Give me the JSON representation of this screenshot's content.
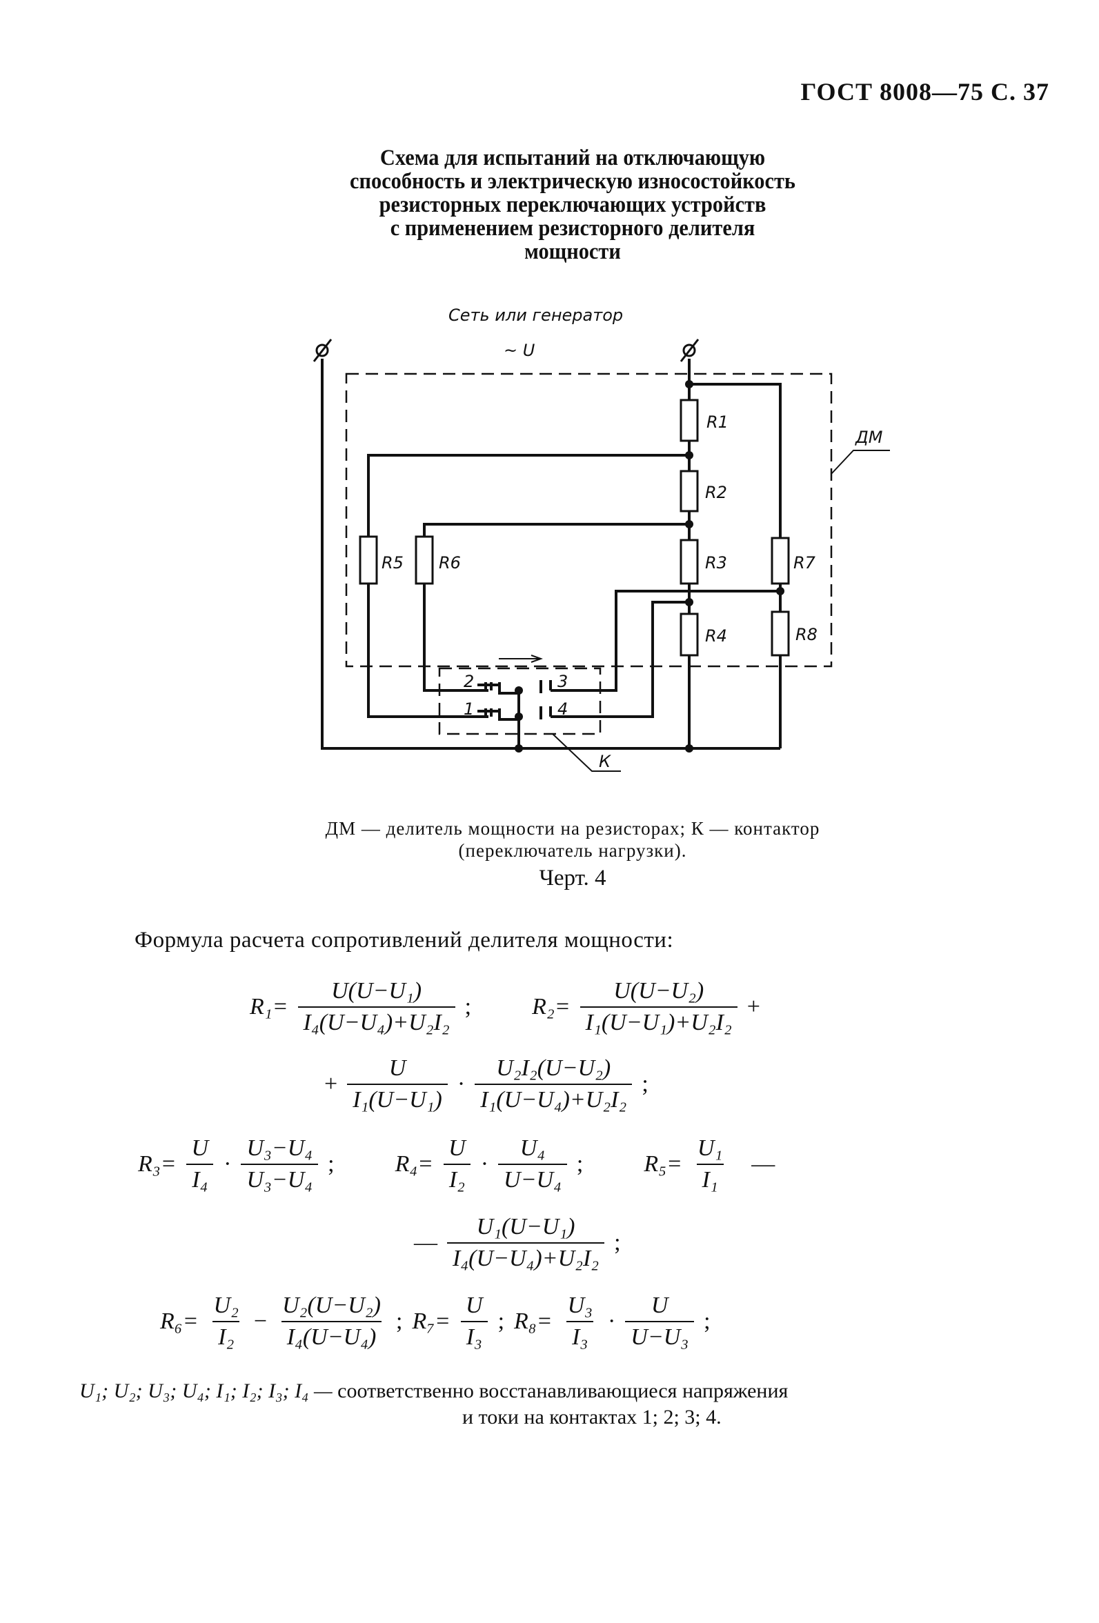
{
  "header": "ГОСТ 8008—75 С. 37",
  "title_lines": [
    "Схема для испытаний на отключающую",
    "способность и электрическую износостойкость",
    "резисторных переключающих устройств",
    "с применением резисторного делителя",
    "мощности"
  ],
  "diagram": {
    "source_label": "Сеть или генератор",
    "voltage_label": "~  U",
    "resistors": [
      "R1",
      "R2",
      "R3",
      "R4",
      "R5",
      "R6",
      "R7",
      "R8"
    ],
    "contacts": [
      "1",
      "2",
      "3",
      "4"
    ],
    "dm_label": "ДМ",
    "k_label": "К"
  },
  "caption_lines": [
    "ДМ — делитель мощности на резисторах; К — контактор",
    "(переключатель нагрузки)."
  ],
  "figure_label": "Черт. 4",
  "intro": "Формула расчета сопротивлений делителя мощности:",
  "formulas": {
    "r1": {
      "lhs": "R₁=",
      "num": "U(U−U₁)",
      "den": "I₄(U−U₄)+U₂I₂",
      "end": ";"
    },
    "r2": {
      "lhs": "R₂=",
      "num": "U(U−U₂)",
      "den": "I₁(U−U₁)+U₂I₂",
      "end": "+"
    },
    "r2b": {
      "pre": "+",
      "num1": "U",
      "den1": "I₁(U−U₁)",
      "dot": "·",
      "num2": "U₂I₂(U−U₂)",
      "den2": "I₁(U−U₄)+U₂I₂",
      "end": ";"
    },
    "r3": {
      "lhs": "R₃=",
      "num1": "U",
      "den1": "I₄",
      "dot": "·",
      "num2": "U₃−U₄",
      "den2": "U₃−U₄",
      "end": ";"
    },
    "r4": {
      "lhs": "R₄=",
      "num1": "U",
      "den1": "I₂",
      "dot": "·",
      "num2": "U₄",
      "den2": "U−U₄",
      "end": ";"
    },
    "r5": {
      "lhs": "R₅=",
      "num": "U₁",
      "den": "I₁",
      "end": "—"
    },
    "r5b": {
      "pre": "—",
      "num": "U₁(U−U₁)",
      "den": "I₄(U−U₄)+U₂I₂",
      "end": ";"
    },
    "r6": {
      "lhs": "R₆=",
      "num1": "U₂",
      "den1": "I₂",
      "minus": "−",
      "num2": "U₂(U−U₂)",
      "den2": "I₄(U−U₄)",
      "end": ";"
    },
    "r7": {
      "lhs": "R₇=",
      "num": "U",
      "den": "I₃",
      "end": ";"
    },
    "r8": {
      "lhs": "R₈=",
      "num1": "U₃",
      "den1": "I₃",
      "dot": "·",
      "num2": "U",
      "den2": "U−U₃",
      "end": ";"
    }
  },
  "legend": {
    "symbols": "U₁; U₂; U₃; U₄; I₁; I₂; I₃; I₄ —",
    "line1": "соответственно восстанавливающиеся напряжения",
    "line2": "и токи на контактах 1; 2; 3; 4."
  }
}
